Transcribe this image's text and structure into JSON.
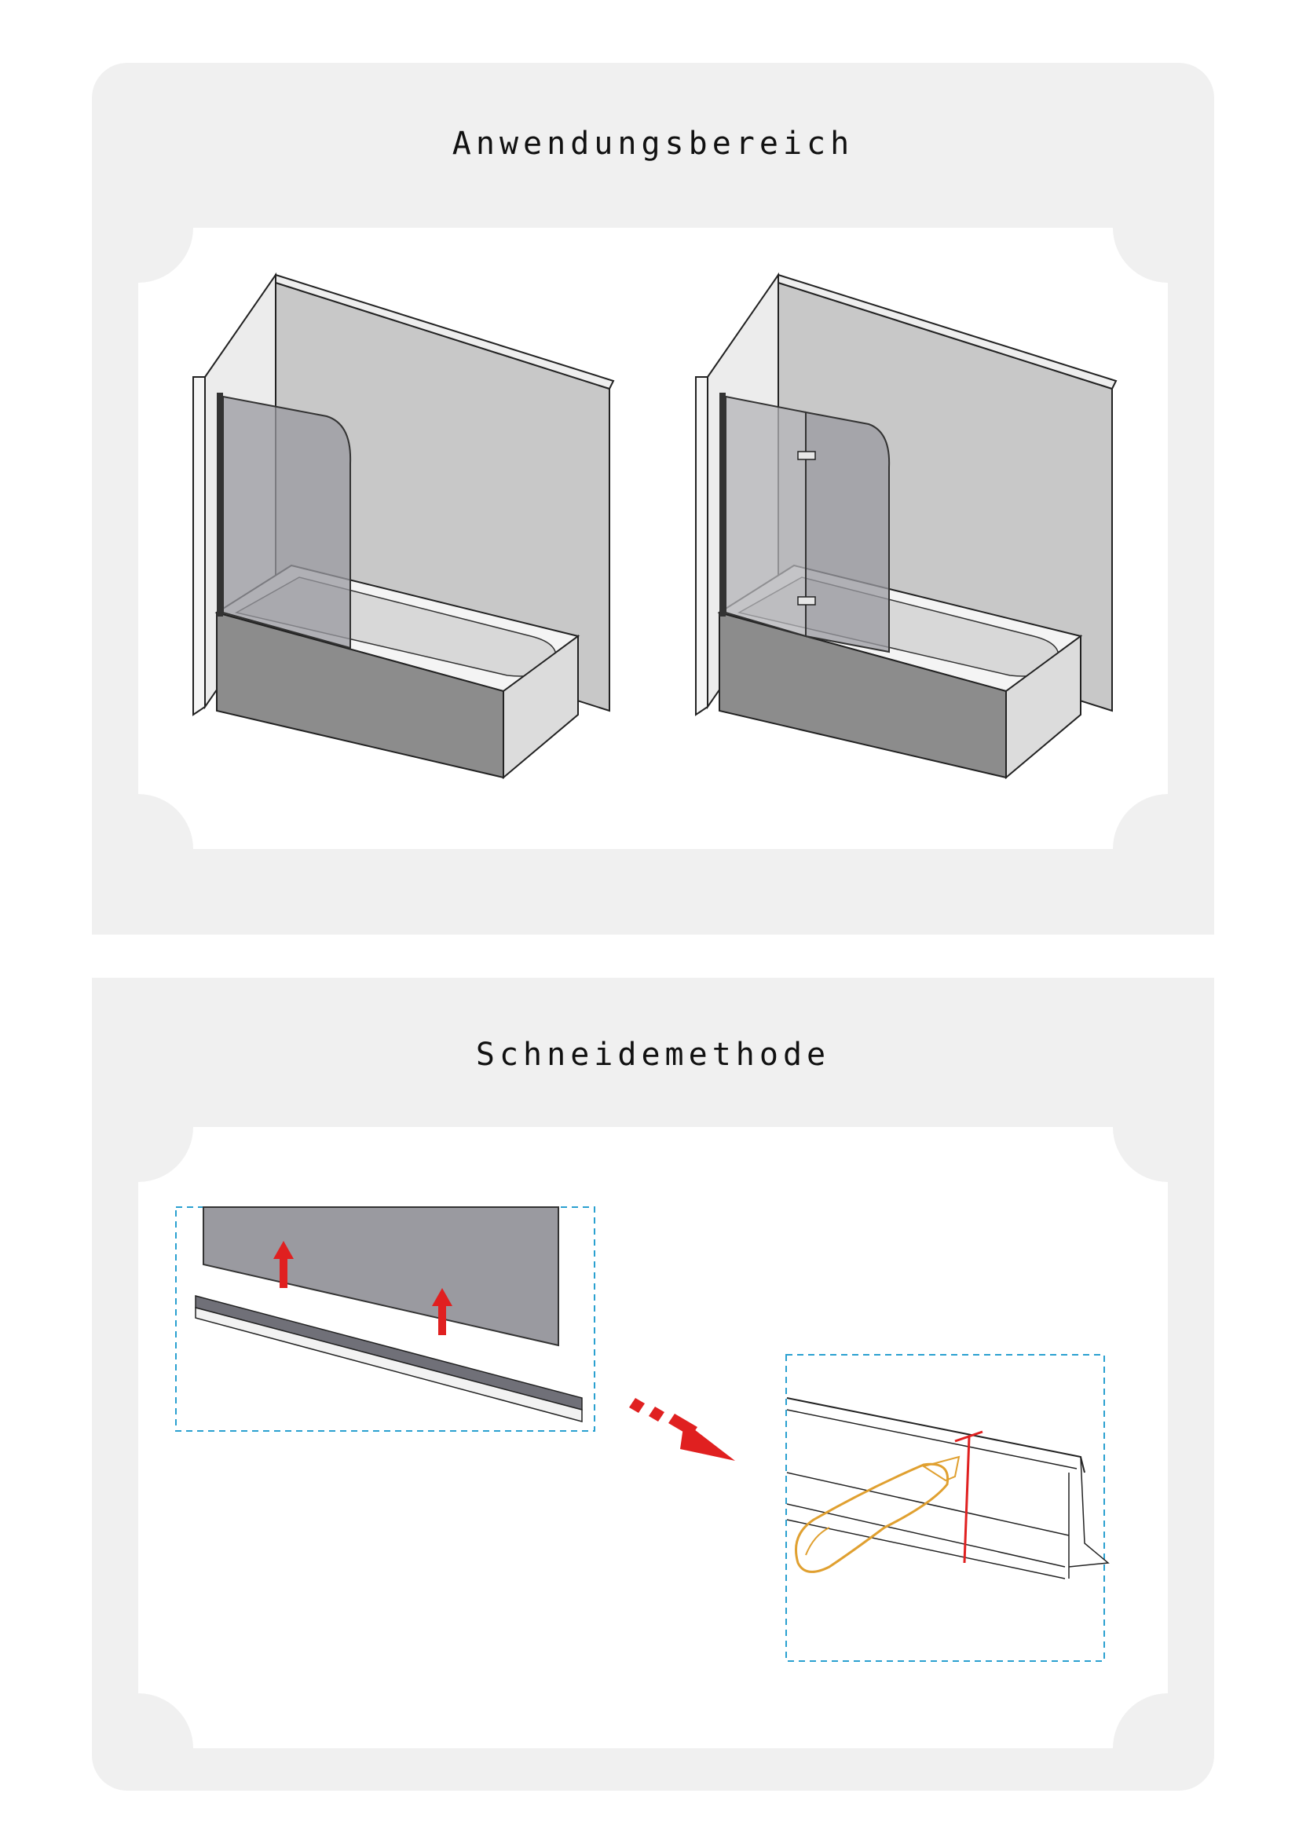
{
  "sections": [
    {
      "title": "Anwendungsbereich"
    },
    {
      "title": "Schneidemethode"
    }
  ],
  "colors": {
    "panel_bg": "#f0f0f0",
    "card_bg": "#ffffff",
    "wall": "#c8c8c8",
    "tub_side": "#8c8c8c",
    "glass": "#9a9aa0",
    "arrow_red": "#e02020",
    "dashed_frame": "#2aa0d0",
    "knife_orange": "#e0a030"
  },
  "icons": {
    "single_screen": "bathtub-single-panel-screen-illustration",
    "double_screen": "bathtub-two-panel-screen-illustration",
    "seal_strip": "seal-strip-attach-illustration",
    "cutting": "utility-knife-cutting-illustration",
    "flow_arrow": "red-arrow-icon"
  }
}
